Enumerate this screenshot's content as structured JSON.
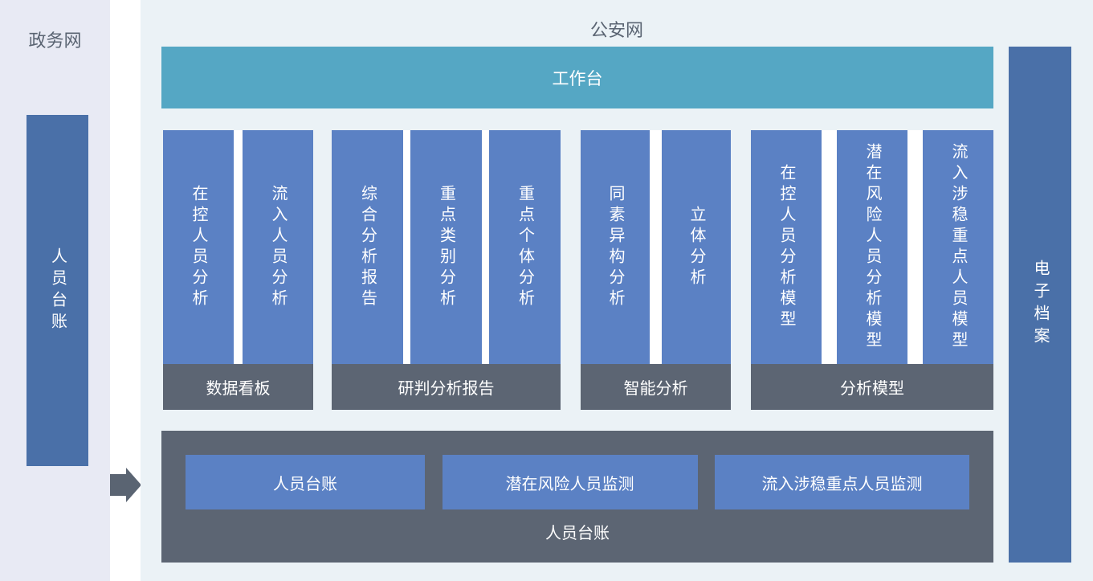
{
  "colors": {
    "left_panel_bg": "#e8eaf4",
    "right_panel_bg": "#ebf2f6",
    "dark_blue_bar": "#4a70a8",
    "module_blue": "#5b81c4",
    "workbench_teal": "#55a7c4",
    "slate_gray": "#5c6573",
    "title_text": "#5a6472",
    "white_text": "#ffffff"
  },
  "left": {
    "title": "政务网",
    "bar_label": "人员台账"
  },
  "arrow_icon": "right-arrow",
  "net": {
    "title": "公安网",
    "workbench_label": "工作台",
    "groups": [
      {
        "footer": "数据看板",
        "columns": [
          "在控人员分析",
          "流入人员分析"
        ]
      },
      {
        "footer": "研判分析报告",
        "columns": [
          "综合分析报告",
          "重点类别分析",
          "重点个体分析"
        ]
      },
      {
        "footer": "智能分析",
        "columns": [
          "同素异构分析",
          "立体分析"
        ]
      },
      {
        "footer": "分析模型",
        "columns": [
          "在控人员分析模型",
          "潜在风险人员分析模型",
          "流入涉稳重点人员模型"
        ]
      }
    ],
    "archive_label": "电子档案",
    "bottom": {
      "buttons": [
        "人员台账",
        "潜在风险人员监测",
        "流入涉稳重点人员监测"
      ],
      "caption": "人员台账"
    }
  }
}
